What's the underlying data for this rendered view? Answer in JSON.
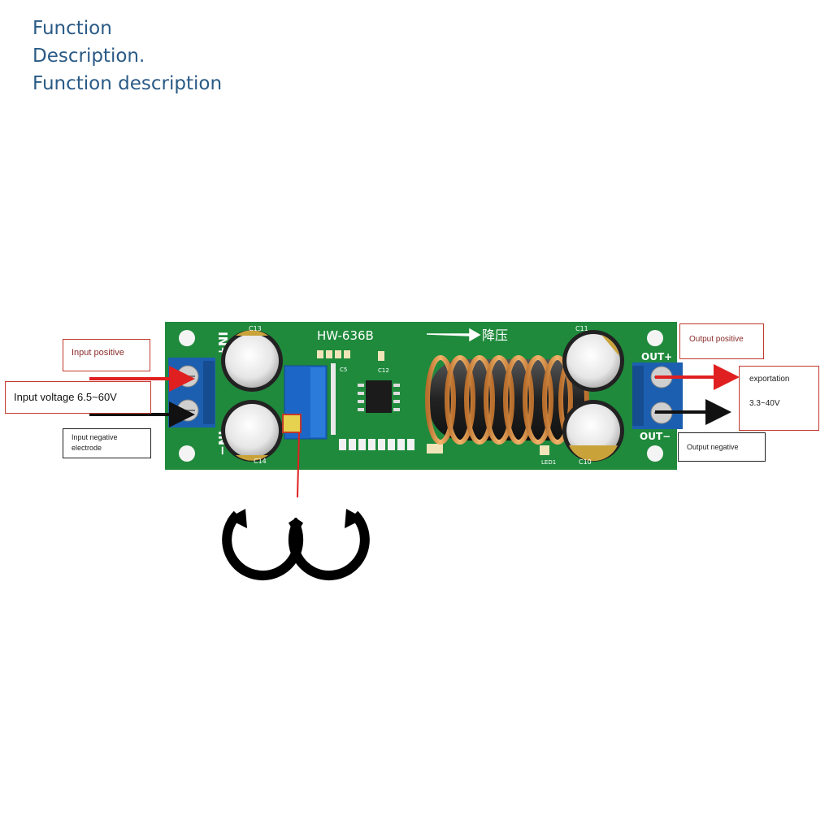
{
  "heading": {
    "line1": "Function",
    "line2": "Description.",
    "line3": "Function description"
  },
  "board": {
    "model": "HW-636B",
    "direction_text": "降压",
    "in_plus": "IN+",
    "in_minus": "IN−",
    "out_plus": "OUT+",
    "out_minus": "OUT−",
    "silk": {
      "c13": "C13",
      "c14": "C14",
      "c11": "C11",
      "c10": "C10",
      "c12": "C12",
      "c5": "C5",
      "led1": "LED1"
    },
    "colors": {
      "pcb": "#1f8a3c",
      "terminal": "#1c5fb0",
      "inductor_copper": "#d9954a",
      "pot": "#1c66c7",
      "arrow_positive": "#e02020",
      "arrow_negative": "#111111"
    }
  },
  "callouts": {
    "input_positive": "Input positive",
    "input_voltage": "Input voltage 6.5~60V",
    "input_negative_line1": "Input negative",
    "input_negative_line2": "electrode",
    "output_positive": "Output positive",
    "exportation": "exportation",
    "output_range": "3.3~40V",
    "output_negative": "Output negative"
  },
  "adjust_icons": [
    "rotate-counterclockwise-icon",
    "rotate-clockwise-icon"
  ]
}
